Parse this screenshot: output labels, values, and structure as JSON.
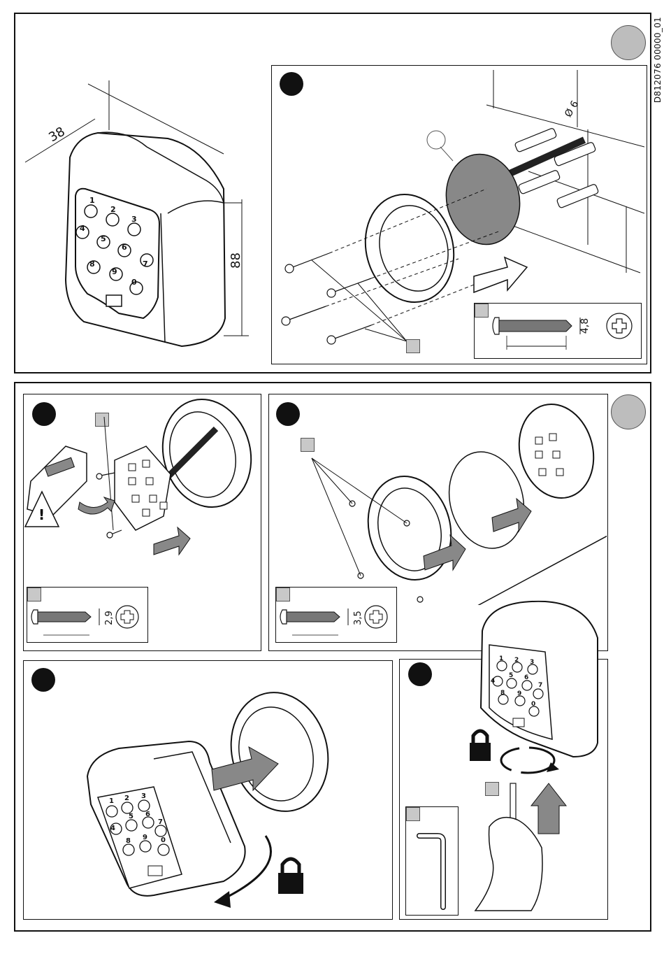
{
  "doc_code": "D812076 00000_01",
  "top_device": {
    "dim_depth": "38",
    "dim_height": "88",
    "key_labels": [
      "1",
      "2",
      "3",
      "4",
      "5",
      "6",
      "7",
      "8",
      "9",
      "0"
    ]
  },
  "step_a": {
    "diameter_label": "Ø 6",
    "screw_dim": "4,8"
  },
  "step_b": {
    "screw_dim": "2,9"
  },
  "step_c": {
    "screw_dim": "3,5"
  },
  "step_d": {
    "key_labels": [
      "1",
      "2",
      "3",
      "4",
      "5",
      "6",
      "7",
      "8",
      "9",
      "0"
    ]
  },
  "step_e": {
    "key_labels": [
      "1",
      "2",
      "3",
      "4",
      "5",
      "6",
      "7",
      "8",
      "9",
      "0"
    ]
  }
}
